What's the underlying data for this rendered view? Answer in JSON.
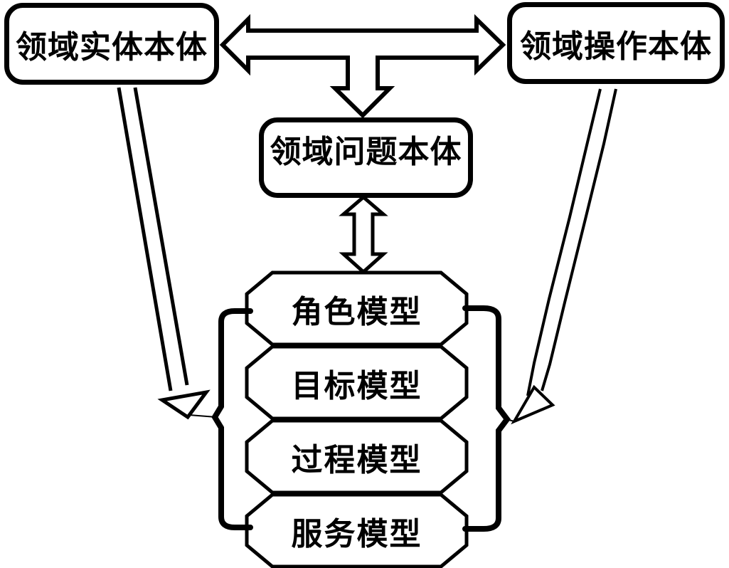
{
  "figure": {
    "background_color": "#ffffff",
    "stroke_color": "#000000",
    "nodes": {
      "domain_entity": "领域实体本体",
      "domain_operation": "领域操作本体",
      "domain_problem": "领域问题本体"
    },
    "models": [
      {
        "label": "角色模型"
      },
      {
        "label": "目标模型"
      },
      {
        "label": "过程模型"
      },
      {
        "label": "服务模型"
      }
    ],
    "connectors": [
      {
        "type": "hollow-double-arrow",
        "between": [
          "domain_entity",
          "domain_operation"
        ],
        "branch_arrow_to": "domain_problem"
      },
      {
        "type": "hollow-double-arrow",
        "between": [
          "domain_problem",
          "model-stack"
        ]
      },
      {
        "type": "hollow-arrow",
        "from": "domain_entity",
        "to": "model-stack-left-brace"
      },
      {
        "type": "hollow-arrow",
        "from": "domain_operation",
        "to": "model-stack-right-brace"
      },
      {
        "type": "brace",
        "side": "left",
        "groups": [
          "角色模型",
          "目标模型",
          "过程模型",
          "服务模型"
        ]
      },
      {
        "type": "brace",
        "side": "right",
        "groups": [
          "角色模型",
          "目标模型",
          "过程模型",
          "服务模型"
        ]
      }
    ]
  }
}
